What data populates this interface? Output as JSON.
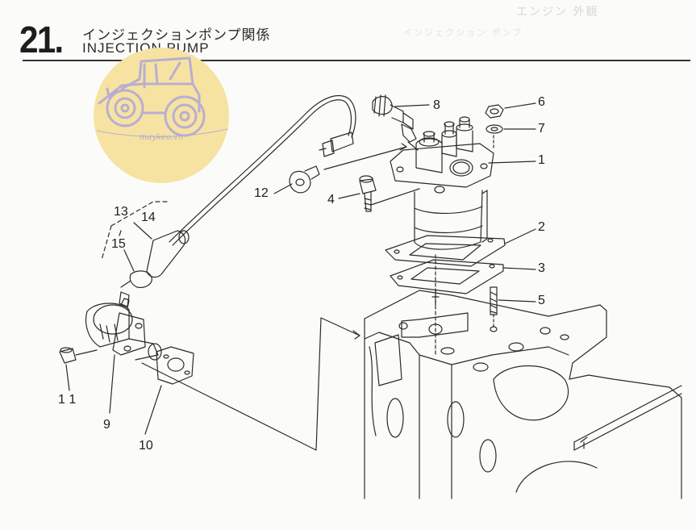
{
  "header": {
    "section_number": "21.",
    "title_jp": "インジェクションポンプ関係",
    "title_en": "INJECTION  PUMP"
  },
  "watermark": {
    "text": "maykeo.vn"
  },
  "part_labels": {
    "p1": "1",
    "p2": "2",
    "p3": "3",
    "p4": "4",
    "p5": "5",
    "p6": "6",
    "p7": "7",
    "p8": "8",
    "p9": "9",
    "p10": "10",
    "p11": "1 1",
    "p12": "12",
    "p13": "13",
    "p14": "14",
    "p15": "15"
  },
  "colors": {
    "line": "#2a2a2a",
    "watermark_fill": "#f6e3a2",
    "watermark_art": "#b9aed0"
  }
}
